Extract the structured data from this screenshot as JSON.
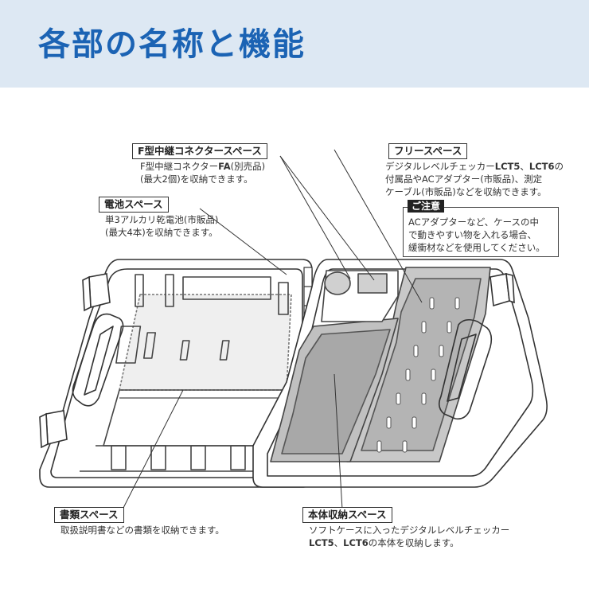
{
  "page": {
    "title": "各部の名称と機能"
  },
  "callouts": {
    "f_connector": {
      "label": "F型中継コネクタースペース",
      "desc_line1_a": "F型中継コネクター",
      "desc_line1_b": "FA",
      "desc_line1_c": "(別売品)",
      "desc_line2": "(最大2個)を収納できます。"
    },
    "battery": {
      "label": "電池スペース",
      "desc_line1": "単3アルカリ乾電池(市販品)",
      "desc_line2": "(最大4本)を収納できます。"
    },
    "free": {
      "label": "フリースペース",
      "desc_line1_a": "デジタルレベルチェッカー",
      "desc_line1_b": "LCT5",
      "desc_line1_c": "、",
      "desc_line1_d": "LCT6",
      "desc_line1_e": "の",
      "desc_line2": "付属品やACアダプター(市販品)、測定",
      "desc_line3": "ケーブル(市販品)などを収納できます。"
    },
    "caution": {
      "label": "ご注意",
      "line1": "ACアダプターなど、ケースの中",
      "line2": "で動きやすい物を入れる場合、",
      "line3": "緩衝材などを使用してください。"
    },
    "documents": {
      "label": "書類スペース",
      "desc_line1": "取扱説明書などの書類を収納できます。"
    },
    "body_storage": {
      "label": "本体収納スペース",
      "desc_line1": "ソフトケースに入ったデジタルレベルチェッカー",
      "desc_line2_a": "LCT5",
      "desc_line2_b": "、",
      "desc_line2_c": "LCT6",
      "desc_line2_d": "の本体を収納します。"
    }
  },
  "colors": {
    "header_bg": "#dde8f3",
    "title": "#1b63b4",
    "foam": "#c8c8c8",
    "foam_dark": "#9a9a9a",
    "outline": "#333333"
  }
}
